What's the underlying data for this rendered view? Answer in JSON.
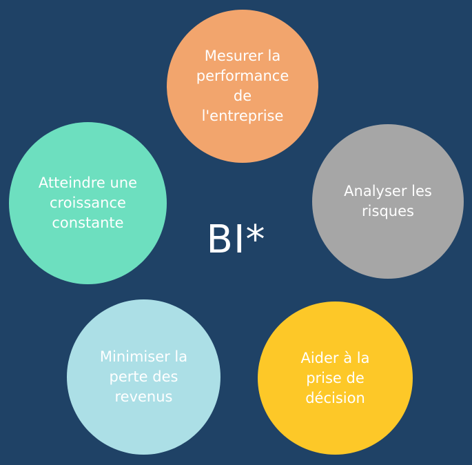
{
  "diagram": {
    "center_label": "BI*",
    "nodes": [
      {
        "id": "top",
        "label": "Mesurer la\nperformance\nde\nl'entreprise",
        "color": "#f2a56d"
      },
      {
        "id": "right",
        "label": "Analyser les\nrisques",
        "color": "#a6a6a6"
      },
      {
        "id": "bottom_right",
        "label": "Aider à la\nprise de\ndécision",
        "color": "#fdc828"
      },
      {
        "id": "bottom_left",
        "label": "Minimiser la\nperte des\nrevenus",
        "color": "#acdfe6"
      },
      {
        "id": "left",
        "label": "Atteindre une\ncroissance\nconstante",
        "color": "#6ddfbf"
      }
    ],
    "background_color": "#1f4266",
    "text_color": "#ffffff"
  }
}
